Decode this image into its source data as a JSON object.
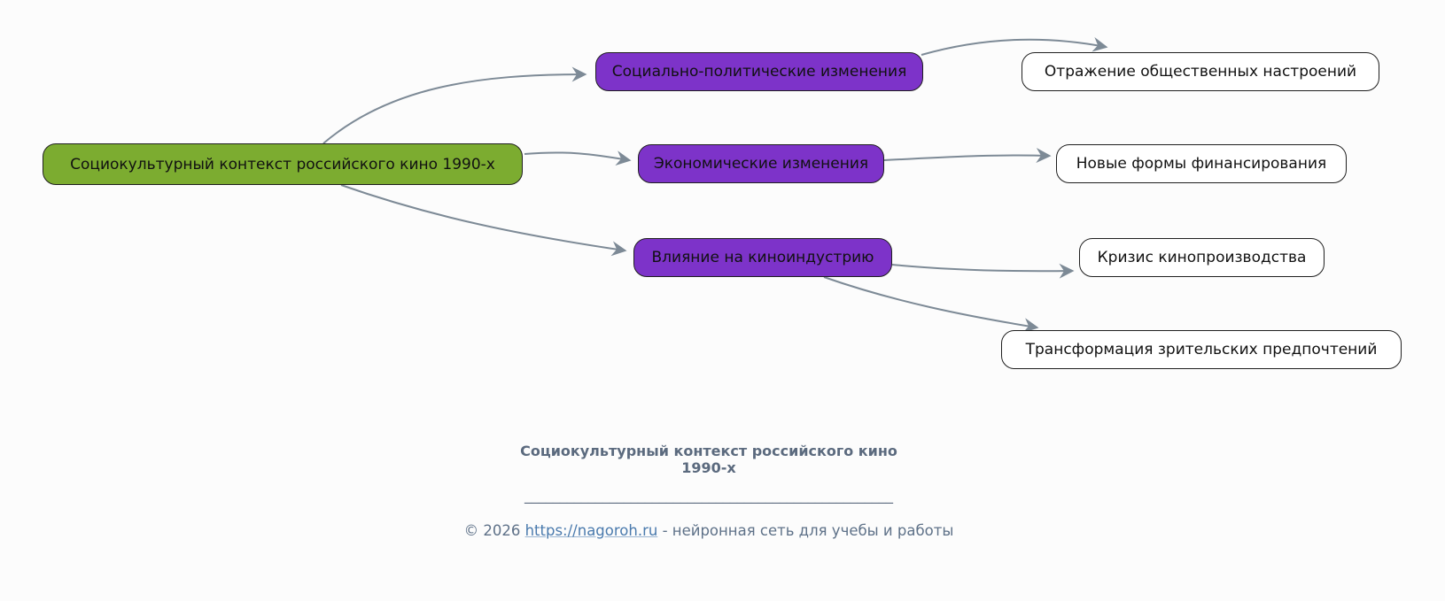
{
  "page": {
    "background_color": "#fcfcfc"
  },
  "mindmap": {
    "edge_color": "#7d8a96",
    "node_border_color": "#1f1f1f",
    "leaf_fill": "#ffffff",
    "root": {
      "label": "Социокультурный контекст российского кино 1990-х",
      "fill": "#7cac30"
    },
    "branches": [
      {
        "label": "Социально-политические изменения",
        "fill": "#7d33c9",
        "children": [
          {
            "label": "Отражение общественных настроений"
          }
        ]
      },
      {
        "label": "Экономические изменения",
        "fill": "#7d33c9",
        "children": [
          {
            "label": "Новые формы финансирования"
          }
        ]
      },
      {
        "label": "Влияние на киноиндустрию",
        "fill": "#7d33c9",
        "children": [
          {
            "label": "Кризис кинопроизводства"
          },
          {
            "label": "Трансформация зрительских предпочтений"
          }
        ]
      }
    ]
  },
  "footer": {
    "title": "Социокультурный контекст российского кино 1990-х",
    "divider": "____________________________________________________",
    "copyright_prefix": "© 2026 ",
    "site_url": "https://nagoroh.ru",
    "copyright_suffix": " - нейронная сеть для учебы и работы",
    "text_color": "#5e7188",
    "link_color": "#4a7aad"
  }
}
